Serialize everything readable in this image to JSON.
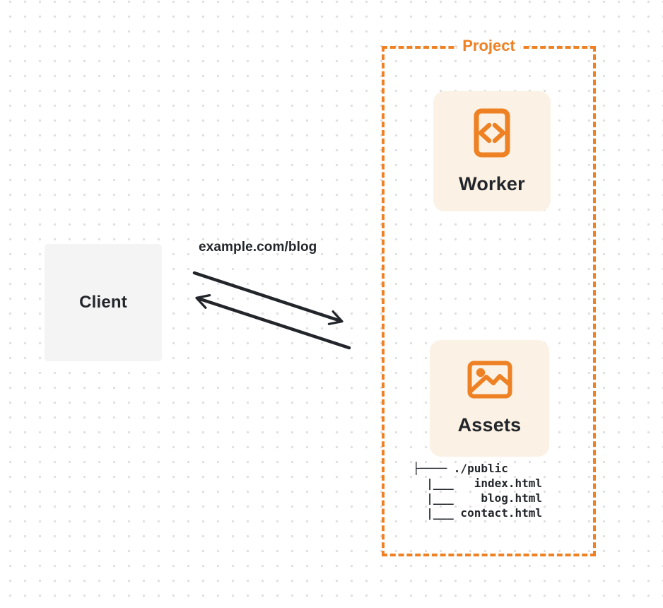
{
  "diagram": {
    "client": {
      "label": "Client"
    },
    "request_label": "example.com/blog",
    "project": {
      "label": "Project",
      "worker": {
        "label": "Worker",
        "icon": "code-document-icon"
      },
      "assets": {
        "label": "Assets",
        "icon": "image-icon"
      },
      "file_tree": [
        "├──── ./public",
        "  |___   index.html",
        "  |___    blog.html",
        "  |___ contact.html"
      ]
    },
    "colors": {
      "accent": "#ee8124",
      "card_bg": "#fbf1e4",
      "client_bg": "#f4f4f5",
      "ink": "#22262b",
      "dot": "#dedede"
    }
  }
}
